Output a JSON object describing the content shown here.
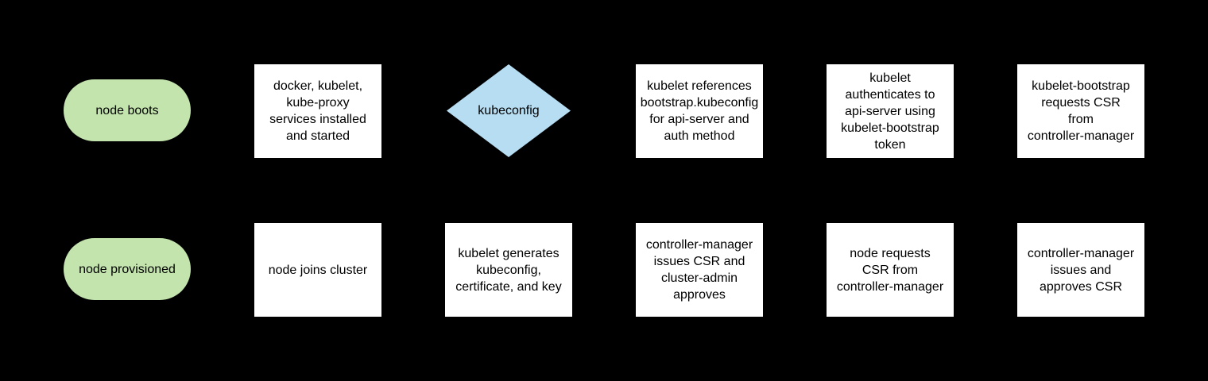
{
  "diagram": {
    "background": "#000000",
    "colors": {
      "background": "#000000",
      "terminator_fill": "#c3e5ad",
      "decision_fill": "#b6ddf2",
      "process_fill": "#ffffff",
      "text": "#000000"
    },
    "nodes": [
      {
        "id": "node-boots",
        "type": "terminator",
        "label": "node boots"
      },
      {
        "id": "services-installed",
        "type": "process",
        "label": "docker, kubelet,\nkube-proxy\nservices installed\nand started"
      },
      {
        "id": "kubeconfig-decision",
        "type": "decision",
        "label": "kubeconfig"
      },
      {
        "id": "references-bootstrap-kubeconfig",
        "type": "process",
        "label": "kubelet references\nbootstrap.kubeconfig\nfor api-server and\nauth method"
      },
      {
        "id": "kubelet-authenticates",
        "type": "process",
        "label": "kubelet\nauthenticates to\napi-server using\nkubelet-bootstrap\ntoken"
      },
      {
        "id": "kubelet-bootstrap-requests-csr",
        "type": "process",
        "label": "kubelet-bootstrap\nrequests CSR\nfrom\ncontroller-manager"
      },
      {
        "id": "node-provisioned",
        "type": "terminator",
        "label": "node provisioned"
      },
      {
        "id": "node-joins-cluster",
        "type": "process",
        "label": "node joins cluster"
      },
      {
        "id": "kubelet-generates-kubeconfig",
        "type": "process",
        "label": "kubelet generates\nkubeconfig,\ncertificate, and key"
      },
      {
        "id": "cm-issues-csr-admin-approves",
        "type": "process",
        "label": "controller-manager\nissues CSR and\ncluster-admin\napproves"
      },
      {
        "id": "node-requests-csr",
        "type": "process",
        "label": "node requests\nCSR from\ncontroller-manager"
      },
      {
        "id": "cm-issues-approves-csr",
        "type": "process",
        "label": "controller-manager\nissues and\napproves CSR"
      }
    ]
  }
}
